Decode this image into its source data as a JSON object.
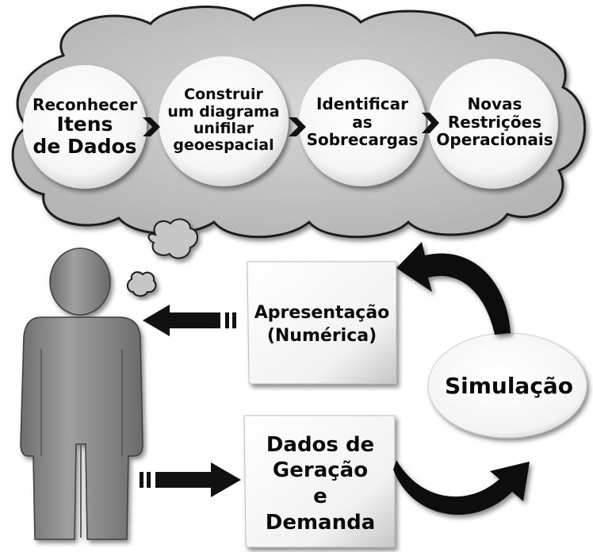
{
  "thought_steps": [
    {
      "lines": [
        "Reconhecer",
        "Itens",
        "de Dados"
      ]
    },
    {
      "lines": [
        "Construir",
        "um diagrama",
        "unifilar",
        "geoespacial"
      ]
    },
    {
      "lines": [
        "Identificar",
        "as",
        "Sobrecargas"
      ]
    },
    {
      "lines": [
        "Novas",
        "Restrições",
        "Operacionais"
      ]
    }
  ],
  "presentation": {
    "lines": [
      "Apresentação",
      "(Numérica)"
    ]
  },
  "input_data": {
    "lines": [
      "Dados de",
      "Geração",
      "e",
      "Demanda"
    ]
  },
  "simulation": {
    "label": "Simulação"
  },
  "colors": {
    "cloud_fill": "#c8c8c8",
    "cloud_stroke": "#1e1e1e",
    "circle_fill": "#ffffff",
    "person_fill": "#8a8a8a",
    "arrow_fill": "#111111",
    "text": "#0a0a0a"
  }
}
